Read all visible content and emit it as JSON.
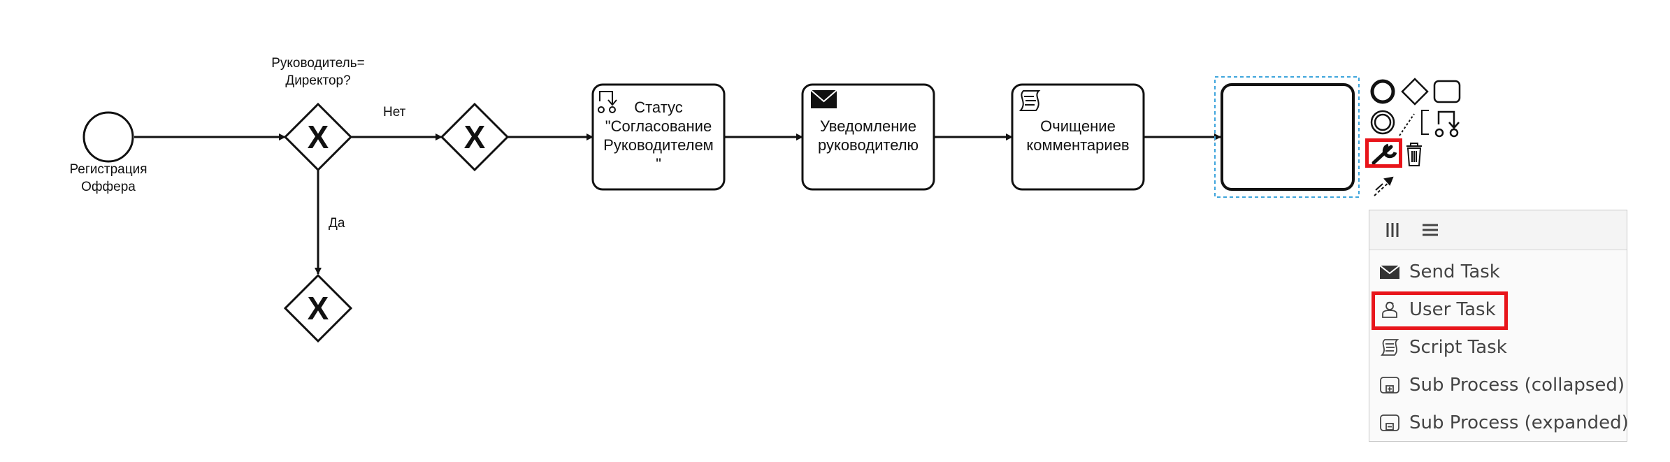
{
  "diagram": {
    "start_event": {
      "label_line1": "Регистрация",
      "label_line2": "Оффера"
    },
    "gateway1": {
      "label_line1": "Руководитель=",
      "label_line2": "Директор?",
      "marker": "X"
    },
    "gateway2": {
      "marker": "X"
    },
    "gateway3": {
      "marker": "X"
    },
    "flow_no": {
      "label": "Нет"
    },
    "flow_yes": {
      "label": "Да"
    },
    "task_status": {
      "line1": "Статус",
      "line2": "\"Согласование",
      "line3": "Руководителем",
      "line4": "\"",
      "icon": "user-task-icon"
    },
    "task_notify": {
      "line1": "Уведомление",
      "line2": "руководителю",
      "icon": "send-task-envelope-icon"
    },
    "task_clear": {
      "line1": "Очищение",
      "line2": "комментариев",
      "icon": "script-task-icon"
    },
    "task_new": {
      "label": ""
    }
  },
  "context_pad": {
    "icons": [
      "end-event-icon",
      "gateway-icon",
      "task-icon",
      "intermediate-event-icon",
      "annotation-icon",
      "call-activity-icon",
      "wrench-icon",
      "trash-icon",
      "connect-icon"
    ]
  },
  "popup_menu": {
    "header_icons": [
      "column-loop-icon",
      "row-loop-icon"
    ],
    "items": [
      {
        "label": "Send Task",
        "icon": "envelope-icon"
      },
      {
        "label": "User Task",
        "icon": "user-icon"
      },
      {
        "label": "Script Task",
        "icon": "script-icon"
      },
      {
        "label": "Sub Process (collapsed)",
        "icon": "subprocess-collapsed-icon"
      },
      {
        "label": "Sub Process (expanded)",
        "icon": "subprocess-expanded-icon"
      }
    ]
  },
  "colors": {
    "highlight": "#e8141a",
    "selection": "#3fa5dc",
    "stroke": "#111111"
  }
}
